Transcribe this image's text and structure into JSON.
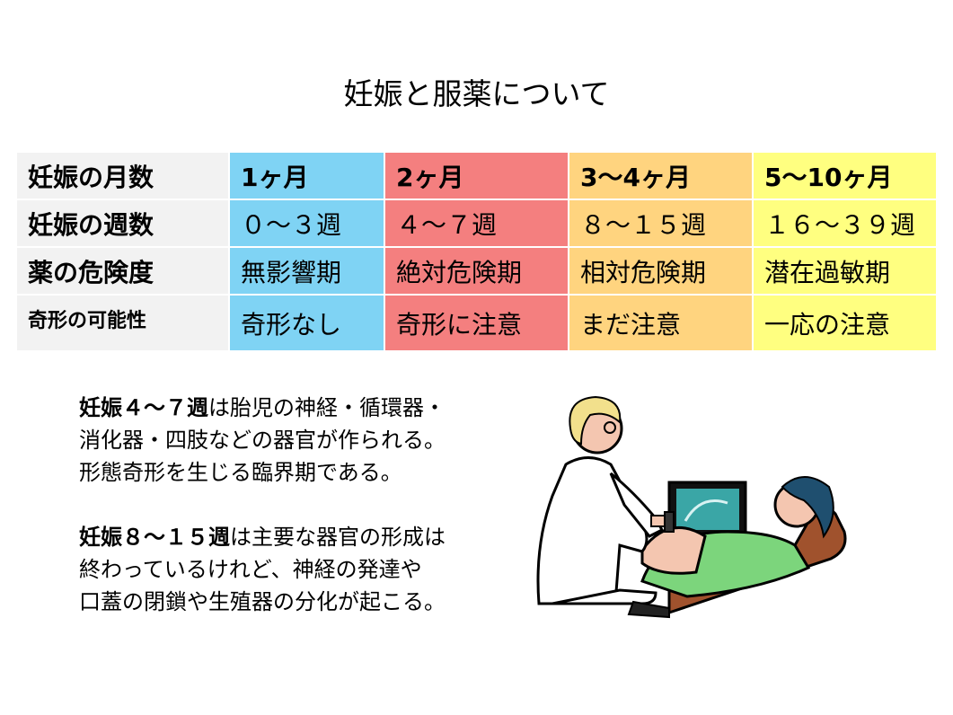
{
  "title": "妊娠と服薬について",
  "table": {
    "rows": [
      {
        "label": "妊娠の月数",
        "cells": [
          "1ヶ月",
          "2ヶ月",
          "3～4ヶ月",
          "5～10ヶ月"
        ]
      },
      {
        "label": "妊娠の週数",
        "cells": [
          "０～３週",
          "４～７週",
          "８～１５週",
          "１６～３９週"
        ]
      },
      {
        "label": "薬の危険度",
        "cells": [
          "無影響期",
          "絶対危険期",
          "相対危険期",
          "潜在過敏期"
        ]
      },
      {
        "label": "奇形の可能性",
        "cells": [
          "奇形なし",
          "奇形に注意",
          "まだ注意",
          "一応の注意"
        ]
      }
    ],
    "column_colors": [
      "#7fd3f4",
      "#f47f7f",
      "#ffd47f",
      "#ffff80"
    ]
  },
  "para1": {
    "lead": "妊娠４～７週",
    "line1_rest": "は胎児の神経・循環器・",
    "line2": "消化器・四肢などの器官が作られる。",
    "line3": "形態奇形を生じる臨界期である。"
  },
  "para2": {
    "lead": "妊娠８～１５週",
    "line1_rest": "は主要な器官の形成は",
    "line2": "終わっているけれど、神経の発達や",
    "line3": "口蓋の閉鎖や生殖器の分化が起こる。"
  },
  "illustration": {
    "icon": "ultrasound-exam-clipart"
  }
}
